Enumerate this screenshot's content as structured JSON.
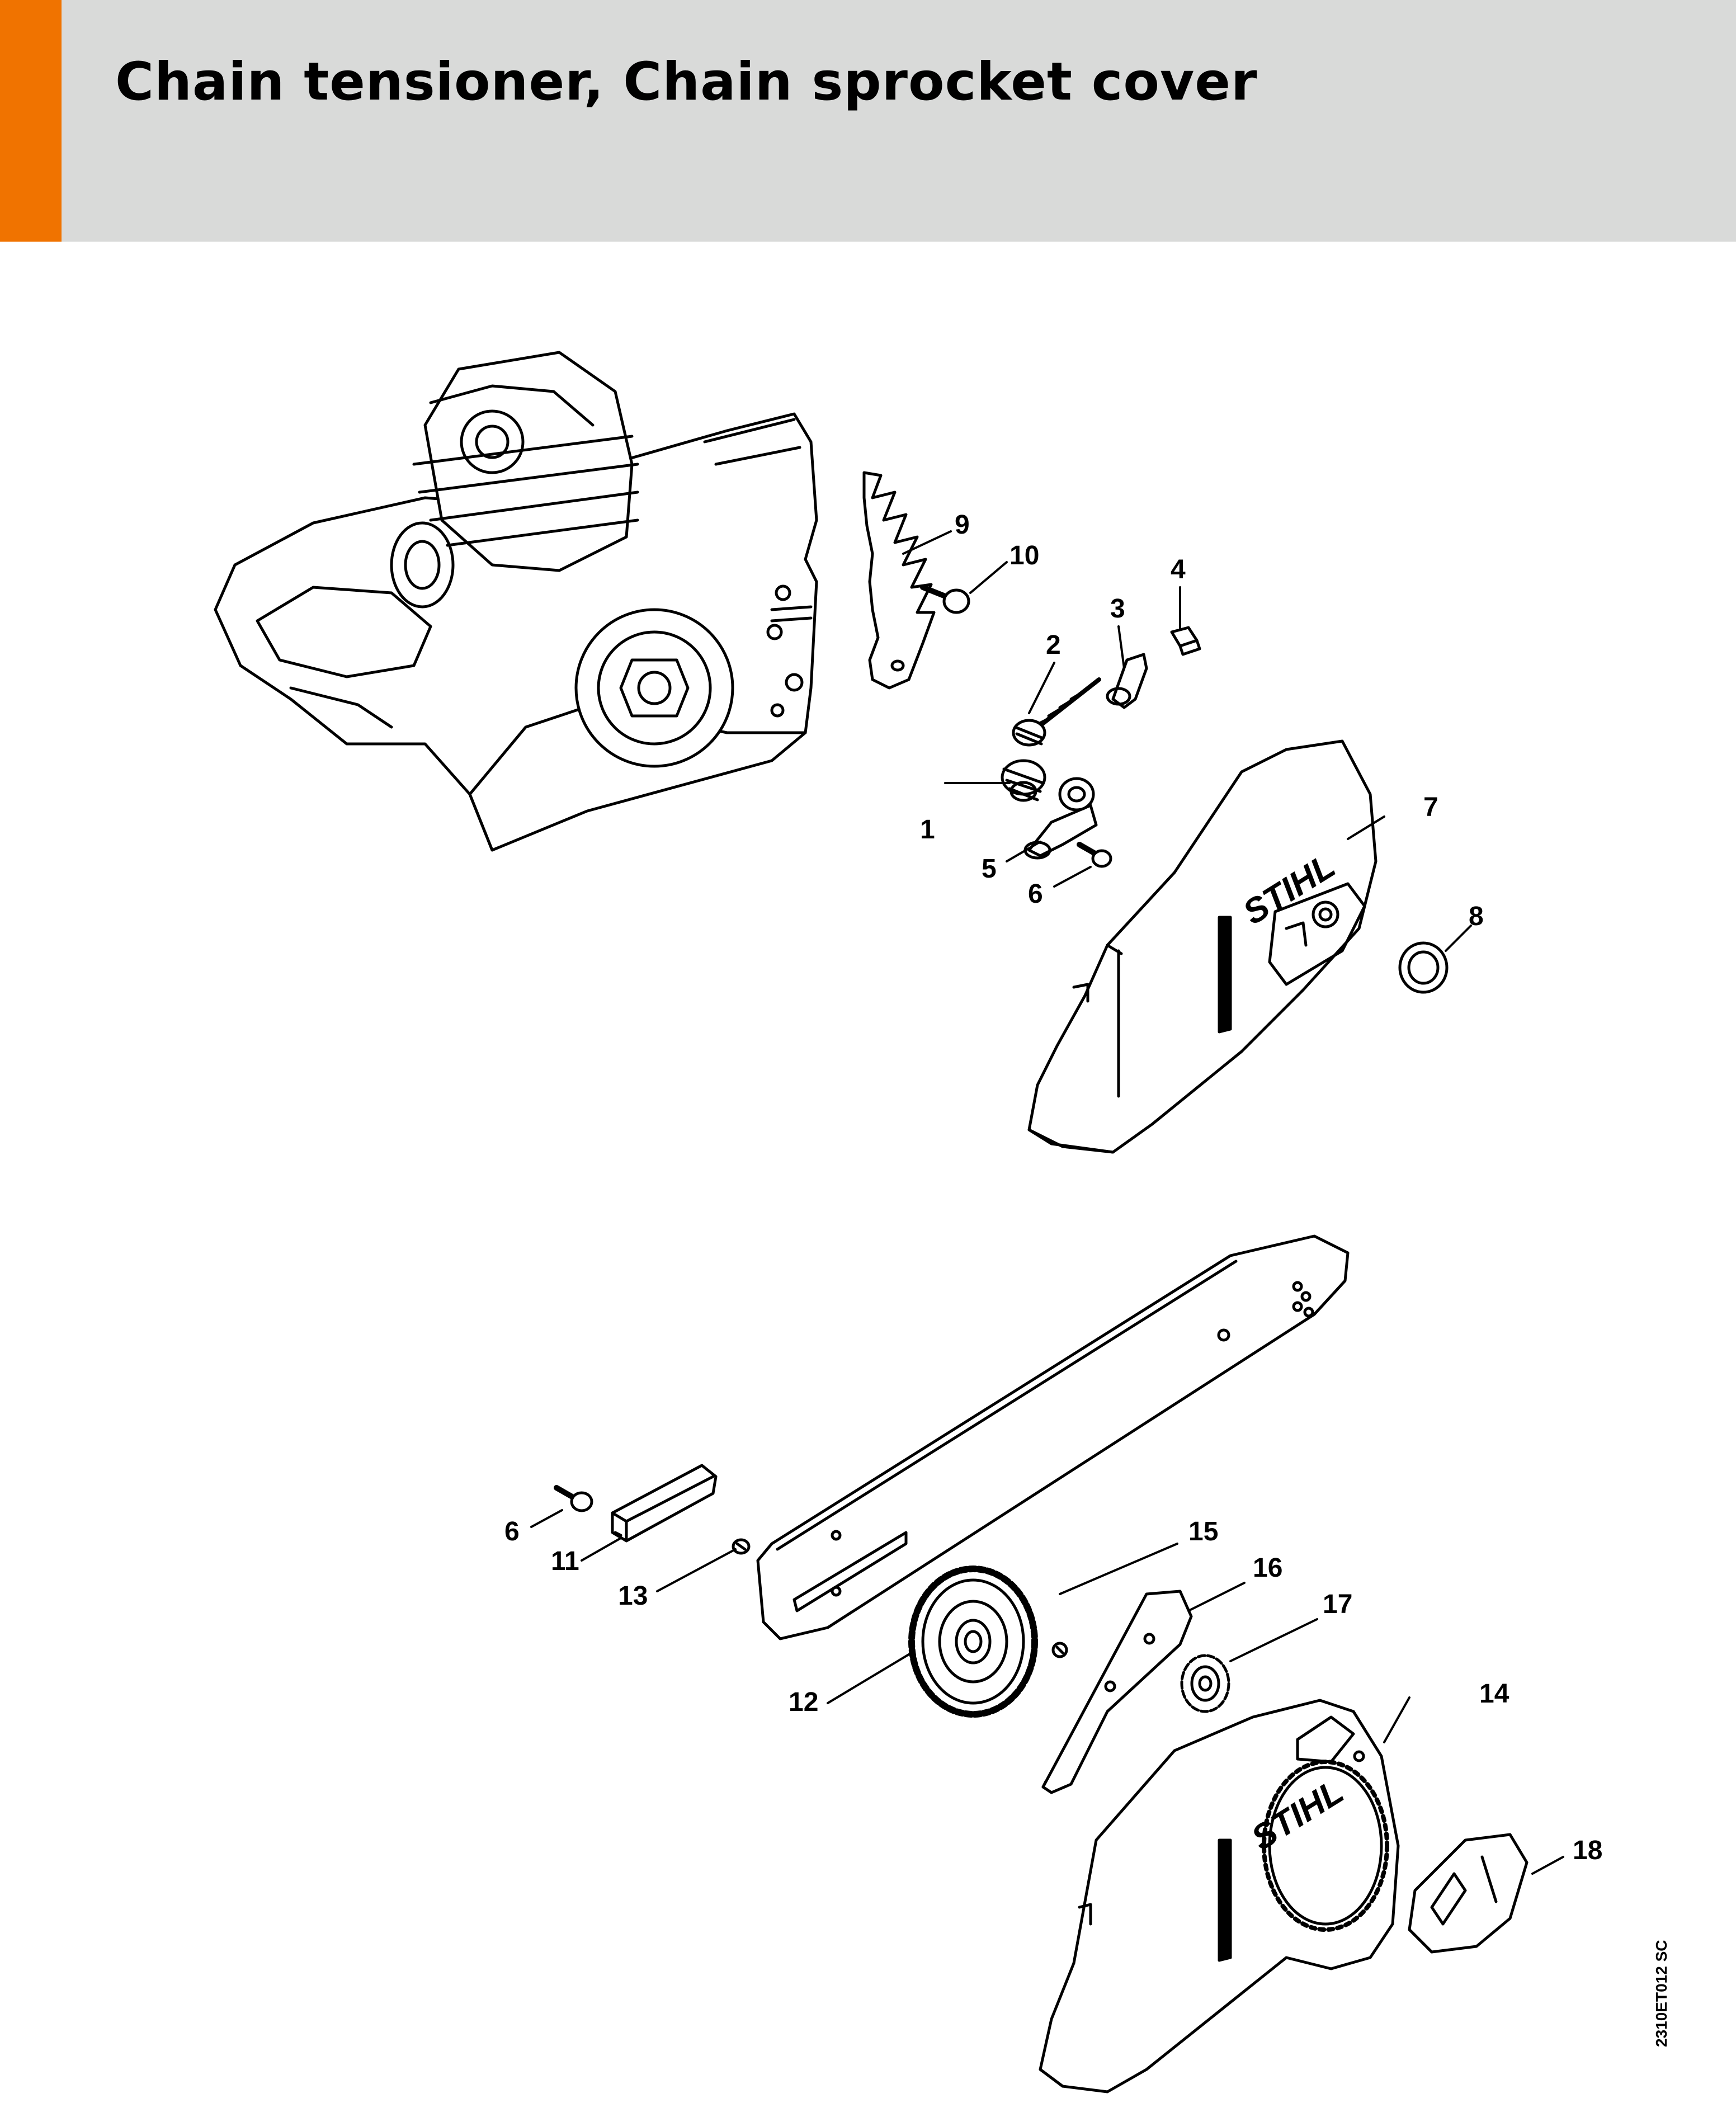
{
  "page": {
    "title": "Chain tensioner, Chain sprocket cover",
    "reference_code": "2310ET012 SC",
    "accent_color": "#f07300",
    "header_color": "#d9dad9"
  },
  "callouts": [
    {
      "id": "1",
      "label": "1"
    },
    {
      "id": "2",
      "label": "2"
    },
    {
      "id": "3",
      "label": "3"
    },
    {
      "id": "4",
      "label": "4"
    },
    {
      "id": "5",
      "label": "5"
    },
    {
      "id": "6a",
      "label": "6"
    },
    {
      "id": "7",
      "label": "7"
    },
    {
      "id": "8",
      "label": "8"
    },
    {
      "id": "9",
      "label": "9"
    },
    {
      "id": "10",
      "label": "10"
    },
    {
      "id": "6b",
      "label": "6"
    },
    {
      "id": "11",
      "label": "11"
    },
    {
      "id": "12",
      "label": "12"
    },
    {
      "id": "13",
      "label": "13"
    },
    {
      "id": "14",
      "label": "14"
    },
    {
      "id": "15",
      "label": "15"
    },
    {
      "id": "16",
      "label": "16"
    },
    {
      "id": "17",
      "label": "17"
    },
    {
      "id": "18",
      "label": "18"
    }
  ],
  "logos": {
    "cover_upper": "STIHL",
    "cover_lower": "STIHL"
  }
}
